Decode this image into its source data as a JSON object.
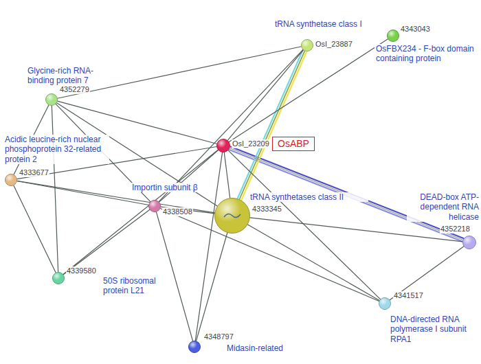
{
  "diagram": {
    "nodes": [
      {
        "text": [
          "4343043",
          "OsFBX234 - F-box domain containing protein"
        ]
      },
      {
        "text": [
          "OsI_23887",
          "tRNA synthetase class I"
        ]
      },
      {
        "text": [
          "4352279",
          "Glycine-rich RNA-binding protein 7"
        ]
      },
      {
        "text": [
          "OsI_23209",
          "OsABP"
        ]
      },
      {
        "text": [
          "4333677",
          "Acidic leucine-rich nuclear phosphoprotein 32-related protein 2"
        ]
      },
      {
        "text": [
          "4338508",
          "Importin subunit β"
        ]
      },
      {
        "text": [
          "4333345",
          "tRNA synthetases class II"
        ]
      },
      {
        "text": [
          "4352218",
          "DEAD-box ATP-dependent RNA helicase"
        ]
      },
      {
        "text": [
          "4341517",
          "DNA-directed RNA polymerase I subunit RPA1"
        ]
      },
      {
        "text": [
          "4339580",
          "50S ribosomal protein L21"
        ]
      },
      {
        "text": [
          "4348797",
          "Midasin-related"
        ]
      }
    ],
    "edges": [
      {
        "from": 3,
        "to": 0,
        "arrow": "none"
      },
      {
        "from": 3,
        "to": 1,
        "arrow": "none"
      },
      {
        "from": 3,
        "to": 2,
        "arrow": "none"
      },
      {
        "from": 3,
        "to": 4,
        "arrow": "none"
      },
      {
        "from": 3,
        "to": 5,
        "arrow": "none"
      },
      {
        "from": 3,
        "to": 6,
        "arrow": "none"
      },
      {
        "from": 3,
        "to": 7,
        "arrow": "none"
      },
      {
        "from": 3,
        "to": 8,
        "arrow": "none"
      },
      {
        "from": 3,
        "to": 9,
        "arrow": "none"
      },
      {
        "from": 3,
        "to": 10,
        "arrow": "none"
      },
      {
        "from": 1,
        "to": 2,
        "arrow": "none"
      },
      {
        "from": 1,
        "to": 5,
        "arrow": "none"
      },
      {
        "from": 1,
        "to": 6,
        "arrow": "none"
      },
      {
        "from": 2,
        "to": 4,
        "arrow": "none"
      },
      {
        "from": 2,
        "to": 5,
        "arrow": "none"
      },
      {
        "from": 2,
        "to": 6,
        "arrow": "none"
      },
      {
        "from": 2,
        "to": 9,
        "arrow": "none"
      },
      {
        "from": 4,
        "to": 5,
        "arrow": "none"
      },
      {
        "from": 4,
        "to": 6,
        "arrow": "none"
      },
      {
        "from": 4,
        "to": 9,
        "arrow": "none"
      },
      {
        "from": 5,
        "to": 6,
        "arrow": "none"
      },
      {
        "from": 5,
        "to": 9,
        "arrow": "none"
      },
      {
        "from": 5,
        "to": 8,
        "arrow": "none"
      },
      {
        "from": 6,
        "to": 7,
        "arrow": "none"
      },
      {
        "from": 6,
        "to": 8,
        "arrow": "none"
      },
      {
        "from": 6,
        "to": 10,
        "arrow": "none"
      },
      {
        "from": 7,
        "to": 8,
        "arrow": "none"
      },
      {
        "from": 5,
        "to": 10,
        "arrow": "none"
      }
    ]
  }
}
